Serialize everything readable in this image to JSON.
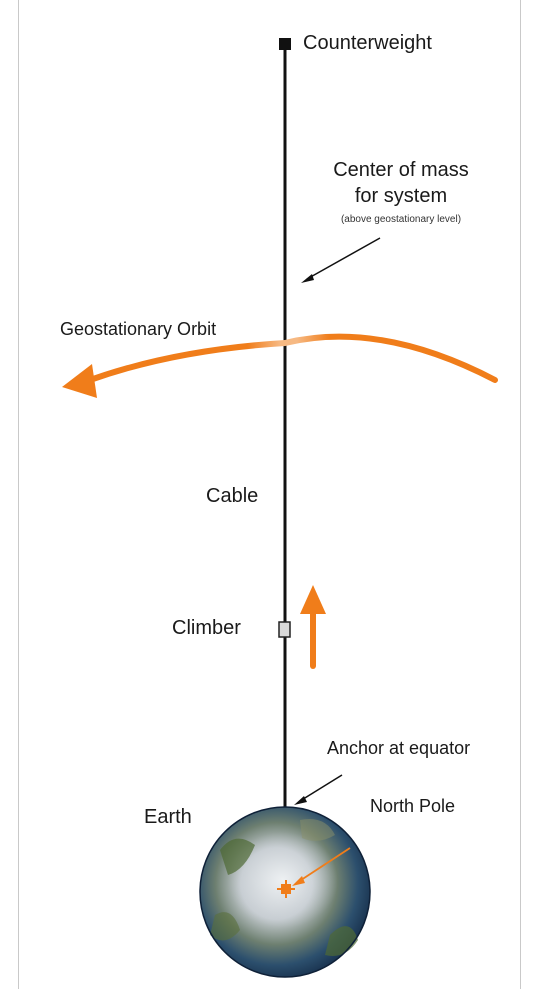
{
  "labels": {
    "counterweight": "Counterweight",
    "center_of_mass_line1": "Center of mass",
    "center_of_mass_line2": "for system",
    "center_of_mass_note": "(above geostationary level)",
    "geostationary_orbit": "Geostationary Orbit",
    "cable": "Cable",
    "climber": "Climber",
    "anchor": "Anchor at equator",
    "earth": "Earth",
    "north_pole": "North Pole"
  },
  "colors": {
    "accent": "#f07d1a",
    "cable": "#111111",
    "ocean": "#1c3f66",
    "ice": "#d9dee2",
    "land": "#4f6a34"
  },
  "icons": {
    "orbit_arrow": "curved-arrow-left-icon",
    "climber_arrow": "arrow-up-icon",
    "north_pole_marker": "plus-marker-icon"
  }
}
